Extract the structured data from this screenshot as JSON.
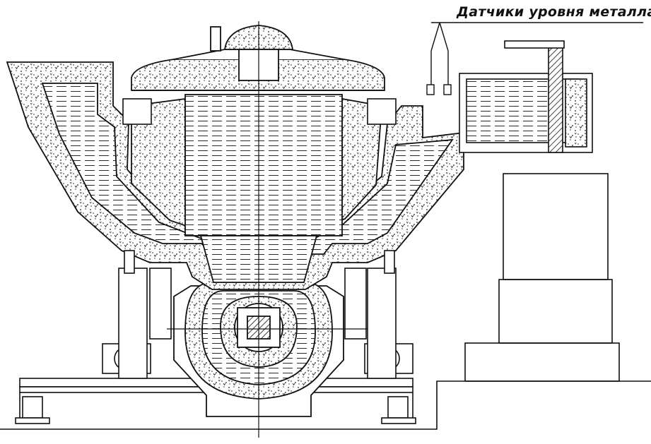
{
  "diagram": {
    "callout_label": "Датчики уровня металла",
    "colors": {
      "ink": "#111111",
      "paper": "#ffffff",
      "refractory_dots": "#222222"
    },
    "components": [
      "pouring-spout",
      "crucible-lining",
      "crucible-lid",
      "molten-metal-bath",
      "inductor-channel",
      "inductor-core",
      "level-sensors",
      "launder",
      "tilting-frame",
      "support-column",
      "foundation"
    ]
  }
}
